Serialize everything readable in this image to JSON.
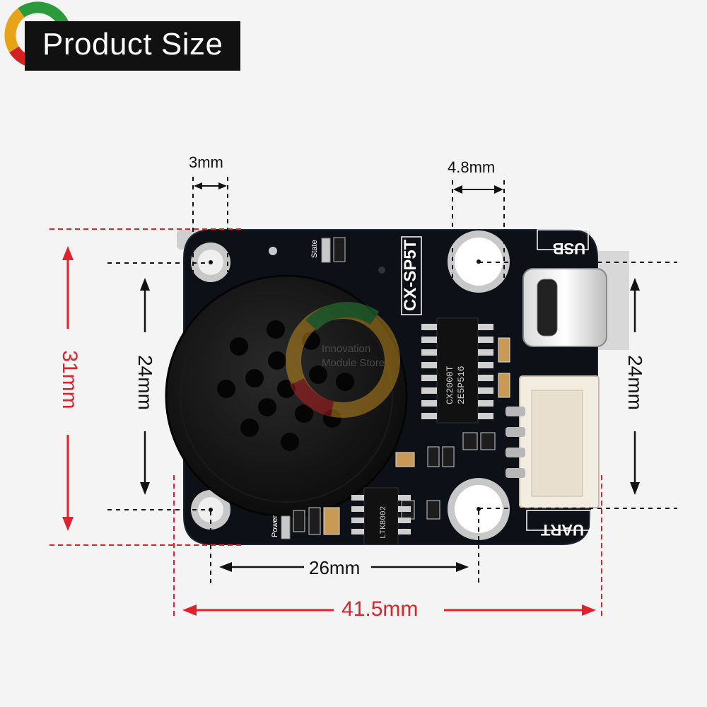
{
  "title": "Product Size",
  "board": {
    "model": "CX-SP5T",
    "chip_line1": "CX2000T",
    "chip_line2": "2E5P516",
    "small_chip": "LTK8002",
    "usb_label": "USB",
    "uart_label": "UART",
    "state_label": "State",
    "power_label": "Power",
    "watermark_line1": "Innovation",
    "watermark_line2": "Module Store"
  },
  "dimensions": {
    "hole_dia": "3mm",
    "usb_hole_dia": "4.8mm",
    "height": "31mm",
    "left_spacing": "24mm",
    "right_spacing": "24mm",
    "hole_spacing": "26mm",
    "width": "41.5mm"
  },
  "colors": {
    "pcb": "#0d1117",
    "dim_red": "#e0222a",
    "dim_black": "#111111",
    "title_bg": "#111111"
  }
}
